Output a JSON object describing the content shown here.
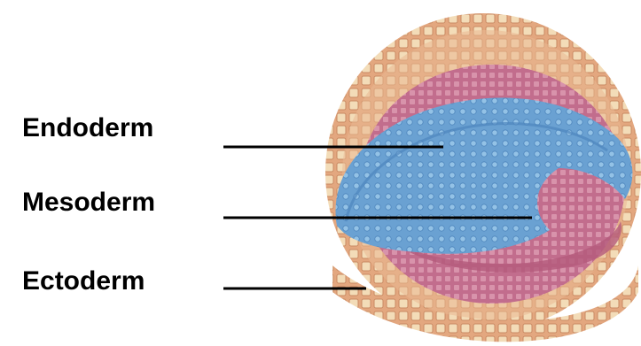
{
  "labels": {
    "endoderm": "Endoderm",
    "mesoderm": "Mesoderm",
    "ectoderm": "Ectoderm"
  },
  "colors": {
    "ectoderm": "#e3a77f",
    "ectoderm_cells": "#f3dcb8",
    "mesoderm": "#c26d8d",
    "endoderm": "#6aa1d2",
    "endoderm_cells": "#93c2e6",
    "leader_line": "#000000"
  }
}
